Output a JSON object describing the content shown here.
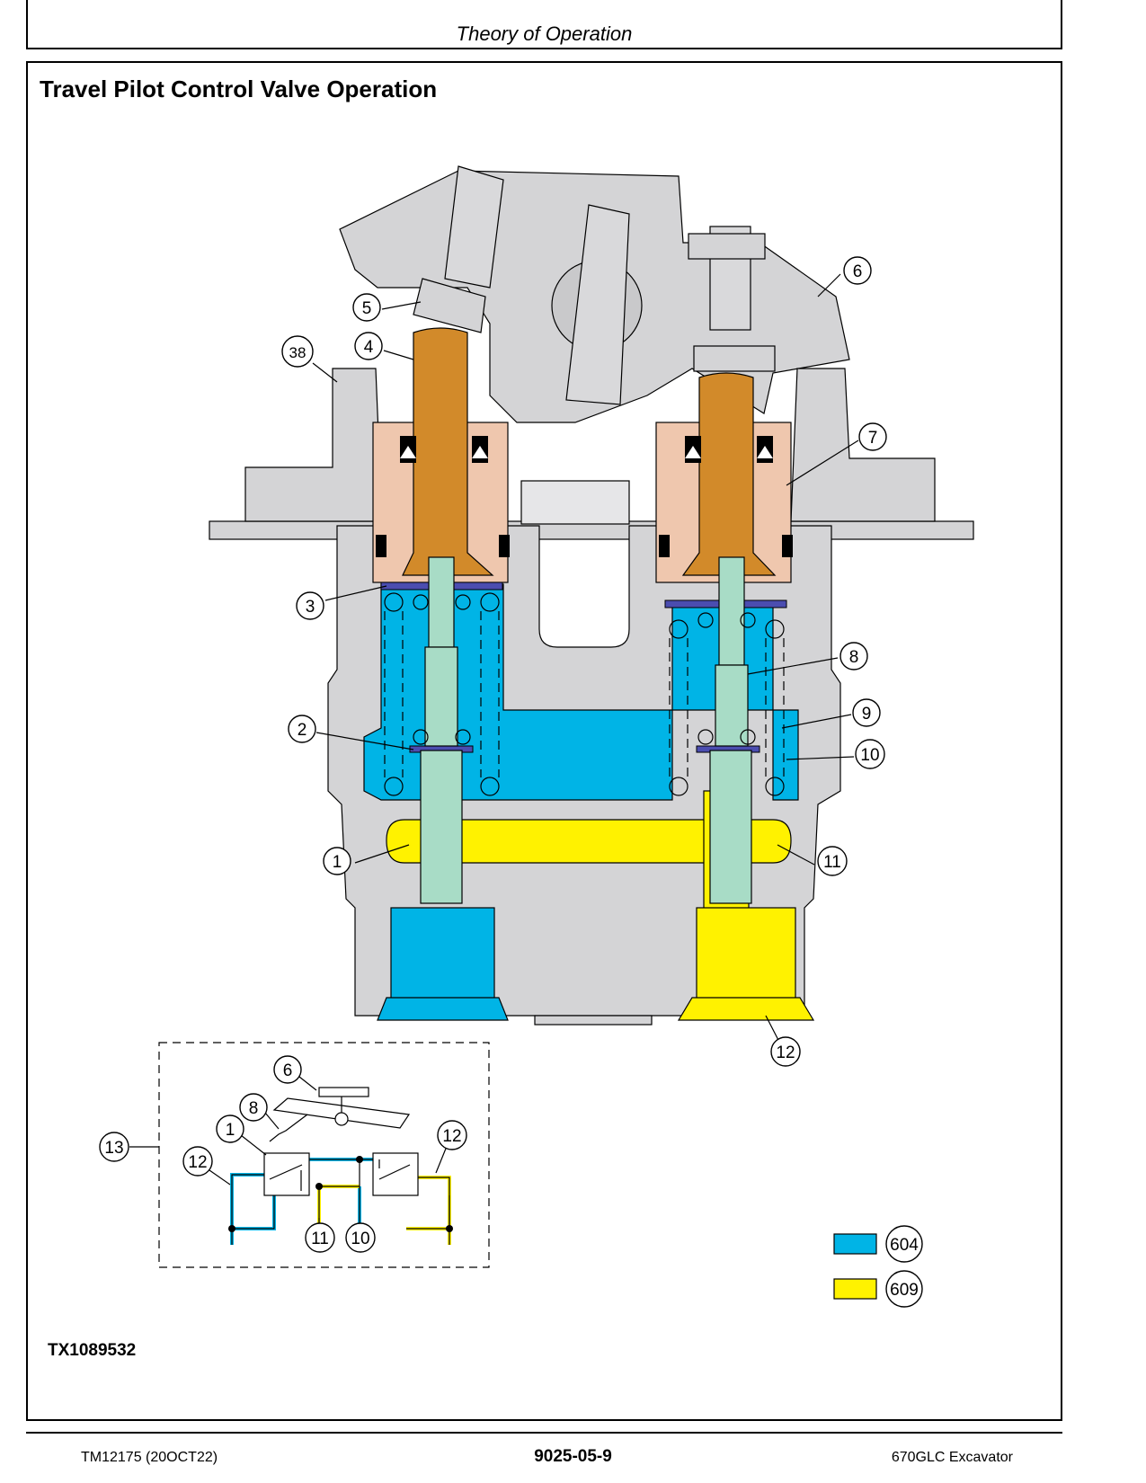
{
  "header": {
    "title": "Theory of Operation"
  },
  "section": {
    "title": "Travel Pilot Control Valve Operation"
  },
  "figure": {
    "id": "TX1089532",
    "callouts": [
      "1",
      "2",
      "3",
      "4",
      "5",
      "6",
      "7",
      "8",
      "9",
      "10",
      "11",
      "12",
      "38"
    ],
    "schematic_callouts": [
      "6",
      "8",
      "1",
      "12",
      "12",
      "11",
      "10",
      "13"
    ],
    "legend": [
      {
        "code": "604",
        "color": "#00b4e6"
      },
      {
        "code": "609",
        "color": "#fff200"
      }
    ]
  },
  "footer": {
    "left": "TM12175 (20OCT22)",
    "center": "9025-05-9",
    "right": "670GLC Excavator"
  }
}
